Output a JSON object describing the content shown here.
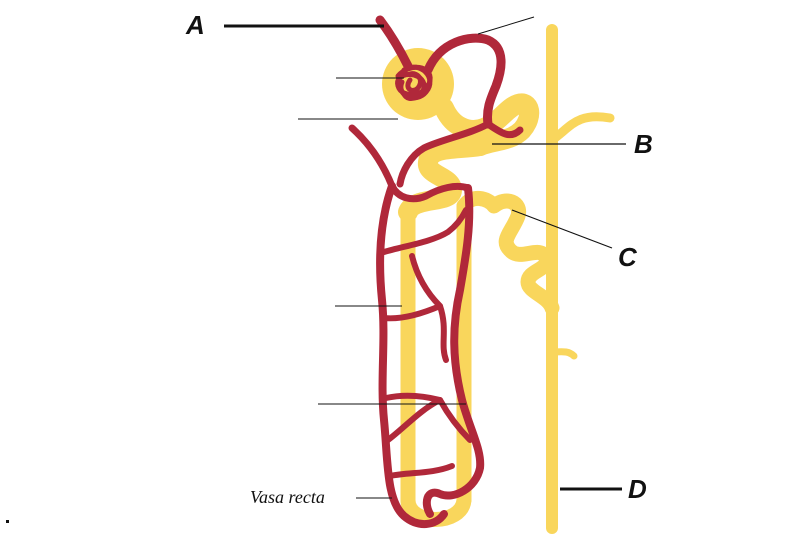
{
  "labels": {
    "a": "A",
    "b": "B",
    "c": "C",
    "d": "D",
    "vasa_recta": "Vasa recta"
  },
  "colors": {
    "tubule": "#f9d65c",
    "capillary": "#b0283a",
    "pointer": "#111111",
    "background": "#ffffff"
  }
}
